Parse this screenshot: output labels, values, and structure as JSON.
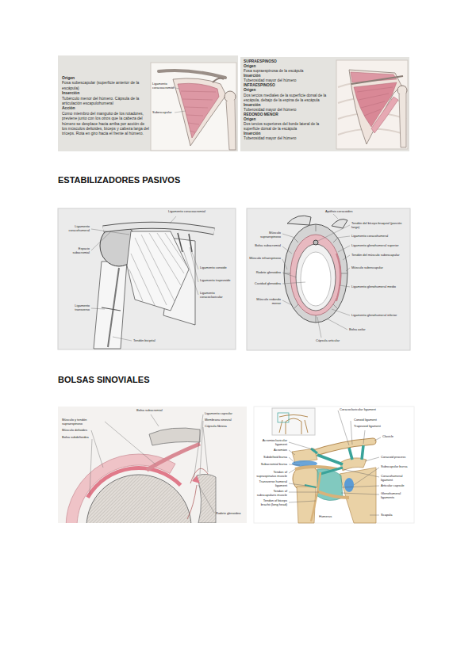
{
  "diagram": {
    "nodes": [
      {
        "text": [
          "Origen",
          "Fosa subescapular (superficie anterior de la escápula)",
          "Inserción",
          "Tubérculo menor del húmero. Cápsula de la articulación escapulohumeral",
          "Acción",
          "Como miembro del manguito de los rotadores, previene junto con los otros que la cabeza del húmero se desplace hacia arriba por acción de los músculos deltoides, bíceps y cabeza larga del tríceps. Rota en giro hacia el frente al húmero."
        ]
      },
      {
        "text": [
          "SUPRAESPINOSO",
          "Origen",
          "Fosa supraespinosa de la escápula",
          "Inserción",
          "Tuberosidad mayor del húmero",
          "INFRAESPINOSO",
          "Origen",
          "Dos tercios mediales de la superficie dorsal de la escápula, debajo de la espina de la escápula",
          "Inserción",
          "Tuberosidad mayor del húmero",
          "REDONDO MENOR",
          "Origen",
          "Dos tercios superiores del borde lateral de la superficie dorsal de la escápula",
          "Inserción",
          "Tuberosidad mayor del húmero"
        ]
      }
    ],
    "labels": [
      "ESTABILIZADORES PASIVOS",
      "BOLSAS SINOVIALES",
      "Ligamento coracoacromial",
      "Subescapular",
      "Ligamento coracoacromial",
      "Ligamento coracohumeral",
      "Espacio subacromial",
      "Ligamento transverso",
      "Ligamento conoide",
      "Ligamento trapezoide",
      "Ligamento coracoclavicular",
      "Tendón bicipital",
      "Apófisis coracoides",
      "Músculo supraespinoso",
      "Bolsa subacromial",
      "Músculo infraespinoso",
      "Rodete glenoideo",
      "Cavidad glenoidea",
      "Músculo redondo menor",
      "Tendón del bíceps braquial (porción larga)",
      "Ligamento coracohumeral",
      "Ligamento glenohumeral superior",
      "Tendón del músculo subescapular",
      "Músculo subescapular",
      "Ligamento glenohumeral medio",
      "Ligamento glenohumeral inferior",
      "Bolsa axilar",
      "Cápsula articular",
      "Bolsa subacromial",
      "Músculo y tendón supraespinoso",
      "Músculo deltoides",
      "Bolsa subdeltoidea",
      "Ligamento capsular",
      "Membrana sinovial",
      "Cápsula fibrosa",
      "Rodete glenoideo",
      "Coracoclavicular ligament",
      "Conoid ligament",
      "Trapezoid ligament",
      "Clavicle",
      "Acromioclavicular ligament",
      "Acromion",
      "Subdeltoid bursa",
      "Subacromial bursa",
      "Tendon of supraspinatus muscle",
      "Transverse humeral ligament",
      "Tendon of subscapularis muscle",
      "Tendon of biceps brachii (long head)",
      "Humerus",
      "Coracoid process",
      "Subscapular bursa",
      "Coracohumeral ligament",
      "Articular capsule",
      "Glenohumeral ligaments",
      "Scapula"
    ]
  }
}
